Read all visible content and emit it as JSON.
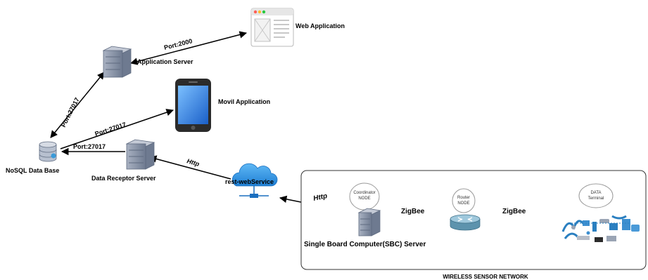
{
  "labels": {
    "web_app": "Web Application",
    "app_server": "Application Server",
    "movil_app": "Movil Application",
    "nosql_db": "NoSQL Data Base",
    "data_receptor": "Data Receptor Server",
    "rest_ws": "rest-webService",
    "port_2000": "Port:2000",
    "port_27017_vertical": "Port:27017",
    "port_27017_movil": "Port:27017",
    "port_27017_receptor": "Port:27017",
    "http_receptor": "Http",
    "http_sbc": "Http",
    "zigbee_left": "ZigBee",
    "zigbee_right": "ZigBee",
    "sbc_server": "Single Board Computer(SBC) Server",
    "wsn_title": "WIRELESS SENSOR NETWORK",
    "coordinator_line1": "Coordinator",
    "coordinator_line2": "NODE",
    "router_line1": "Router",
    "router_line2": "NODE",
    "data_line1": "DATA",
    "data_line2": "Terminal"
  },
  "icons": {
    "web_app": "browser-window-icon",
    "app_server": "server-tower-icon",
    "movil_app": "smartphone-icon",
    "nosql_db": "database-icon",
    "data_receptor": "server-tower-icon",
    "rest_ws": "cloud-network-icon",
    "sbc_server": "server-tower-icon",
    "router": "router-icon",
    "sensors": "sensor-devices-icon"
  },
  "colors": {
    "server_body": "#8e99ad",
    "server_dark": "#5f6b80",
    "cloud": "#2f96e6",
    "router": "#7fb3c9",
    "sensor_blue": "#2a7fc0",
    "phone_screen": "#2f86e8",
    "line": "#000000"
  }
}
